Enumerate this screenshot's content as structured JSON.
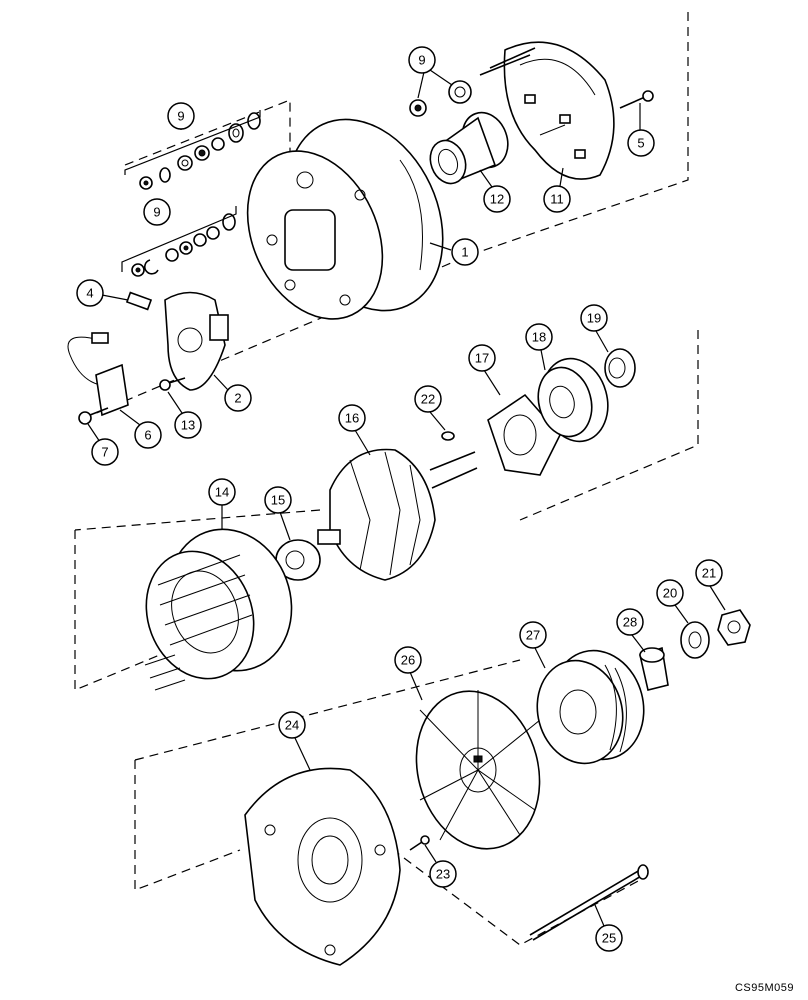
{
  "diagram": {
    "callouts": [
      {
        "id": "c1",
        "label": "1"
      },
      {
        "id": "c2",
        "label": "2"
      },
      {
        "id": "c4",
        "label": "4"
      },
      {
        "id": "c5",
        "label": "5"
      },
      {
        "id": "c6",
        "label": "6"
      },
      {
        "id": "c7",
        "label": "7"
      },
      {
        "id": "c9a",
        "label": "9"
      },
      {
        "id": "c9b",
        "label": "9"
      },
      {
        "id": "c9c",
        "label": "9"
      },
      {
        "id": "c11",
        "label": "11"
      },
      {
        "id": "c12",
        "label": "12"
      },
      {
        "id": "c13",
        "label": "13"
      },
      {
        "id": "c14",
        "label": "14"
      },
      {
        "id": "c15",
        "label": "15"
      },
      {
        "id": "c16",
        "label": "16"
      },
      {
        "id": "c17",
        "label": "17"
      },
      {
        "id": "c18",
        "label": "18"
      },
      {
        "id": "c19",
        "label": "19"
      },
      {
        "id": "c20",
        "label": "20"
      },
      {
        "id": "c21",
        "label": "21"
      },
      {
        "id": "c22",
        "label": "22"
      },
      {
        "id": "c23",
        "label": "23"
      },
      {
        "id": "c24",
        "label": "24"
      },
      {
        "id": "c25",
        "label": "25"
      },
      {
        "id": "c26",
        "label": "26"
      },
      {
        "id": "c27",
        "label": "27"
      },
      {
        "id": "c28",
        "label": "28"
      }
    ],
    "drawing_code": "CS95M059"
  }
}
